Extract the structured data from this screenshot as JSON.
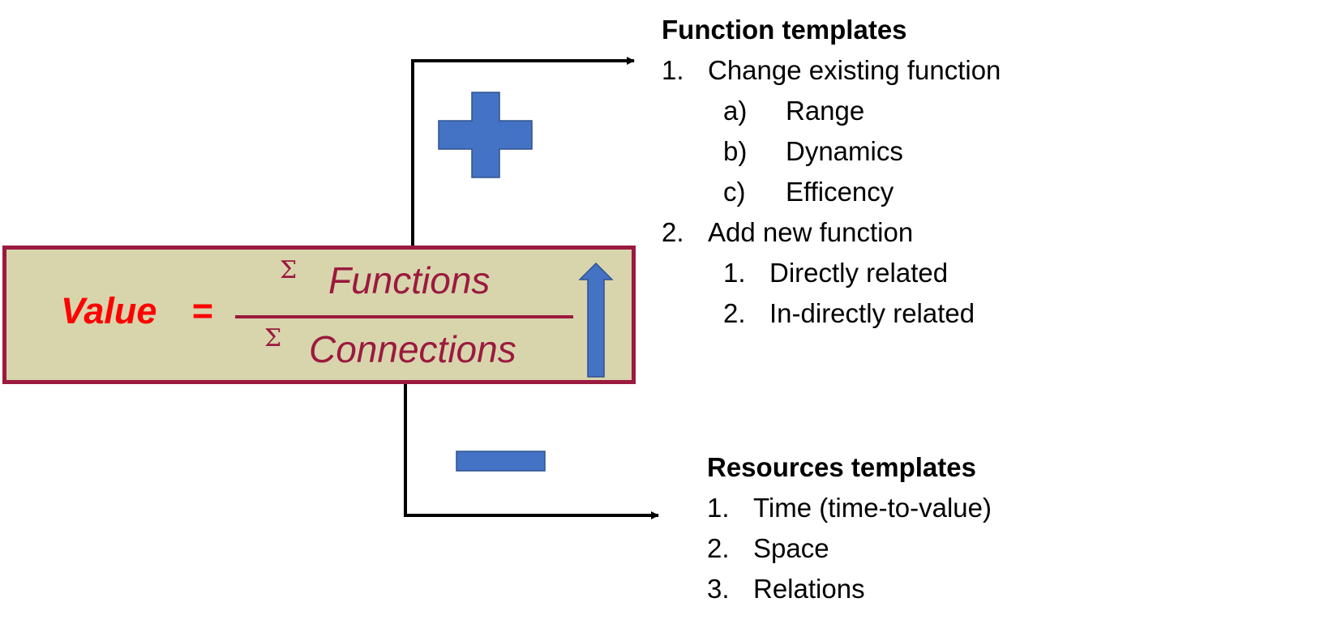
{
  "formula": {
    "lhs": "Value",
    "equals": "=",
    "numerator_symbol": "Σ",
    "numerator": "Functions",
    "denominator_symbol": "Σ",
    "denominator": "Connections",
    "increase_icon": "up-arrow-icon"
  },
  "function_templates": {
    "heading": "Function templates",
    "sign_icon": "plus-icon",
    "items": [
      {
        "num": "1.",
        "label": "Change existing function"
      },
      {
        "num": "a)",
        "label": "Range"
      },
      {
        "num": "b)",
        "label": "Dynamics"
      },
      {
        "num": "c)",
        "label": "Efficency"
      },
      {
        "num": "2.",
        "label": "Add new function"
      },
      {
        "num": "1.",
        "label": "Directly related"
      },
      {
        "num": "2.",
        "label": "In-directly related"
      }
    ]
  },
  "resources_templates": {
    "heading": "Resources templates",
    "sign_icon": "minus-icon",
    "items": [
      {
        "num": "1.",
        "label": "Time (time-to-value)"
      },
      {
        "num": "2.",
        "label": "Space"
      },
      {
        "num": "3.",
        "label": "Relations"
      }
    ]
  },
  "colors": {
    "box_fill": "#d8d5ad",
    "box_border": "#9b1a3f",
    "formula_text": "#9b1a3f",
    "value_text": "#ff0000",
    "shape_fill": "#4472c4",
    "shape_stroke": "#2f528f",
    "connector": "#000000"
  }
}
